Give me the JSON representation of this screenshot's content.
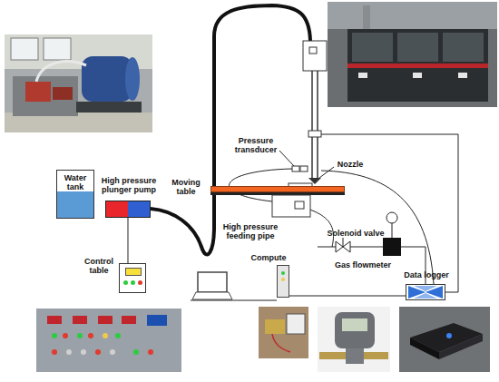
{
  "diagram": {
    "nodes": [
      {
        "text": [
          "Water tank"
        ]
      },
      {
        "text": [
          "High pressure plunger pump"
        ]
      },
      {
        "text": [
          "Control table"
        ]
      },
      {
        "text": [
          "Moving table"
        ]
      },
      {
        "text": [
          "Gas flowmeter"
        ]
      },
      {
        "text": [
          "Data logger"
        ]
      },
      {
        "text": [
          "Compute"
        ]
      }
    ],
    "edges": [
      {
        "from": 1,
        "to": 2,
        "arrow": "none"
      },
      {
        "from": 4,
        "to": 5,
        "arrow": "none"
      },
      {
        "from": 6,
        "to": 5,
        "arrow": "none"
      }
    ],
    "labels": [
      "High pressure feeding pipe",
      "Pressure transducer",
      "Nozzle",
      "Solenoid valve"
    ]
  }
}
